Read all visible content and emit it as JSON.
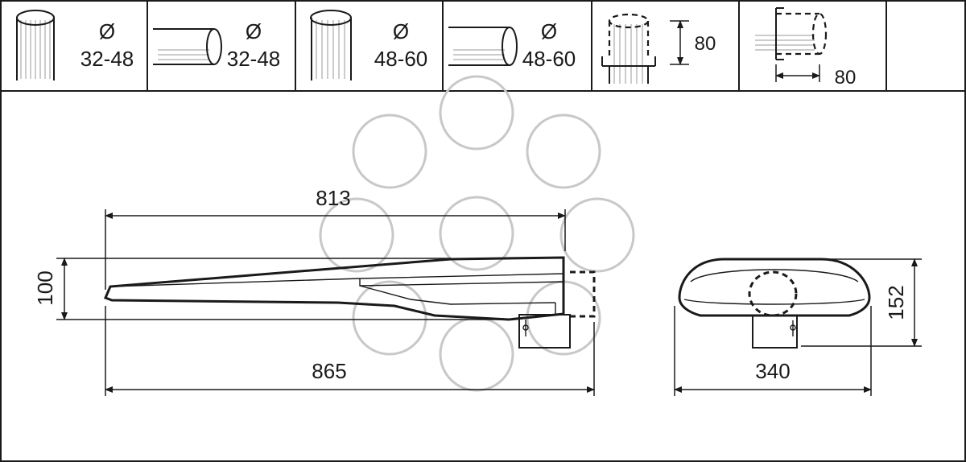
{
  "mounting_options": [
    {
      "diameter_symbol": "Ø",
      "range": "32-48",
      "orientation": "vertical"
    },
    {
      "diameter_symbol": "Ø",
      "range": "32-48",
      "orientation": "horizontal"
    },
    {
      "diameter_symbol": "Ø",
      "range": "48-60",
      "orientation": "vertical"
    },
    {
      "diameter_symbol": "Ø",
      "range": "48-60",
      "orientation": "horizontal"
    },
    {
      "depth": "80",
      "orientation": "post-top"
    },
    {
      "depth": "80",
      "orientation": "side-entry"
    }
  ],
  "side_view": {
    "inner_length": "813",
    "total_length": "865",
    "height": "100"
  },
  "front_view": {
    "width": "340",
    "height": "152"
  },
  "colors": {
    "line": "#1a1a1a",
    "hatch": "#9a9a9a",
    "watermark": "#c8c8c8",
    "background": "#ffffff"
  },
  "watermark": {
    "icon": "logo-watermark-icon"
  }
}
